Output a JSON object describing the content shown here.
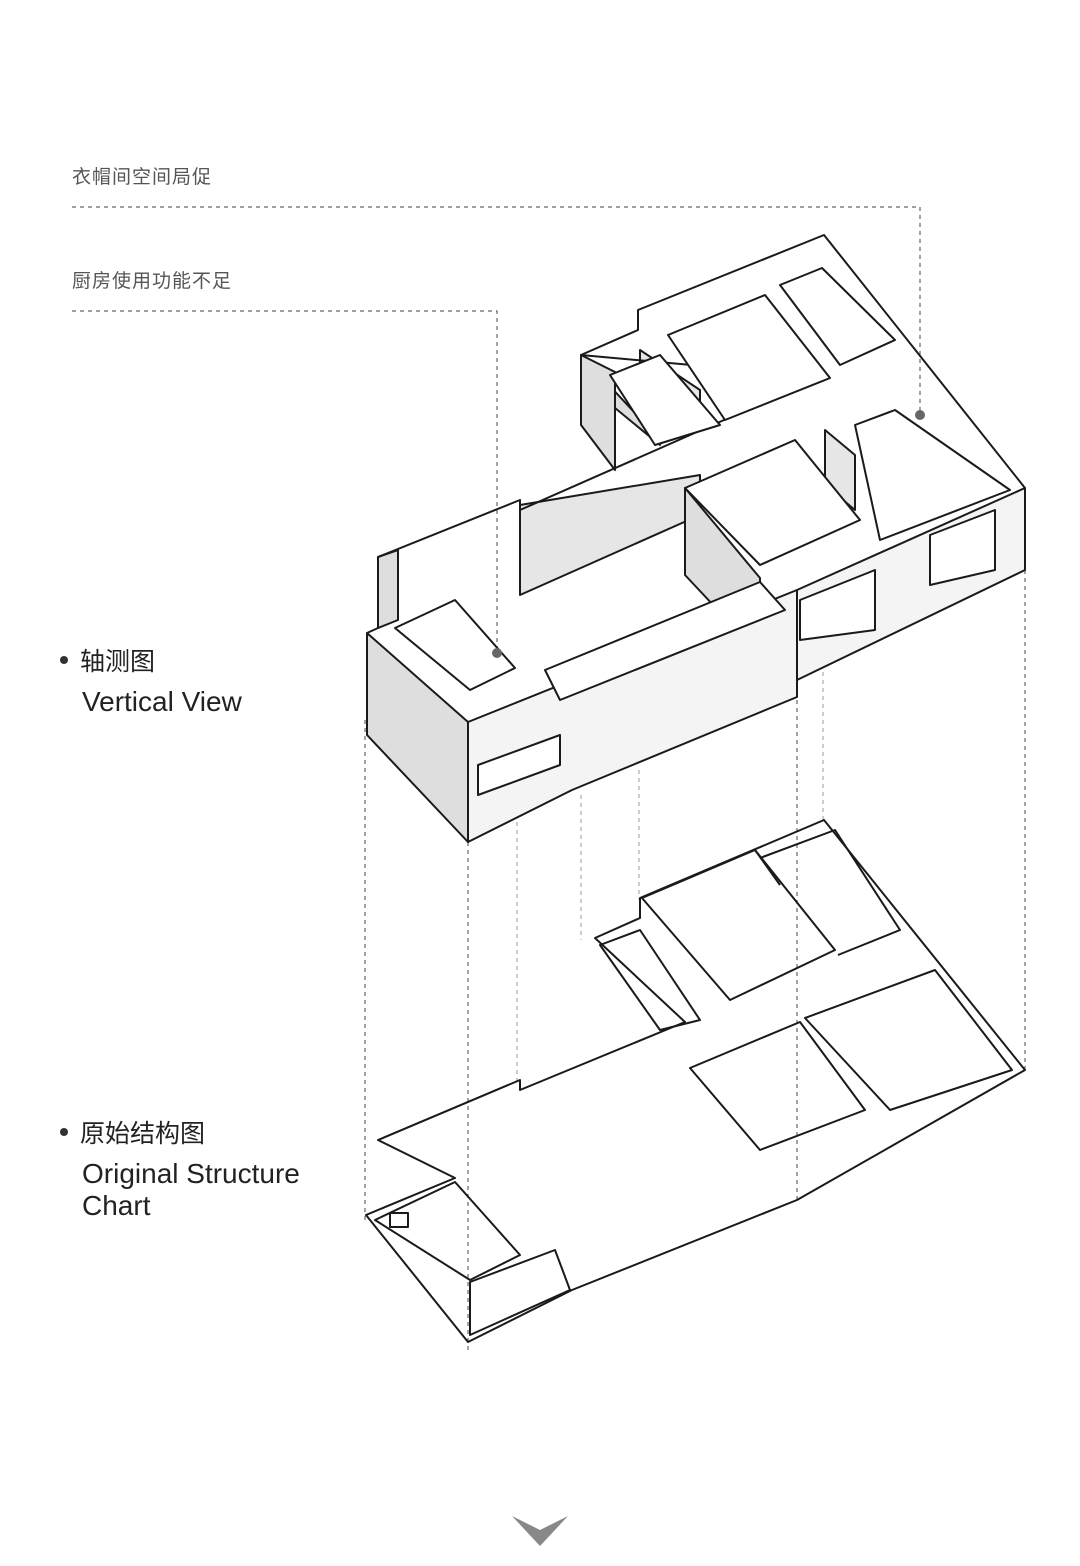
{
  "annotations": [
    {
      "text": "衣帽间空间局促"
    },
    {
      "text": "厨房使用功能不足"
    }
  ],
  "sections": [
    {
      "cn": "轴测图",
      "en": "Vertical View"
    },
    {
      "cn": "原始结构图",
      "en_line1": "Original Structure",
      "en_line2": "Chart"
    }
  ],
  "icons": {
    "scroll_indicator": "chevron-down-icon"
  },
  "colors": {
    "wall_face": "#dedede",
    "line": "#1a1a1a",
    "dashed": "#555555",
    "marker": "#666666"
  }
}
